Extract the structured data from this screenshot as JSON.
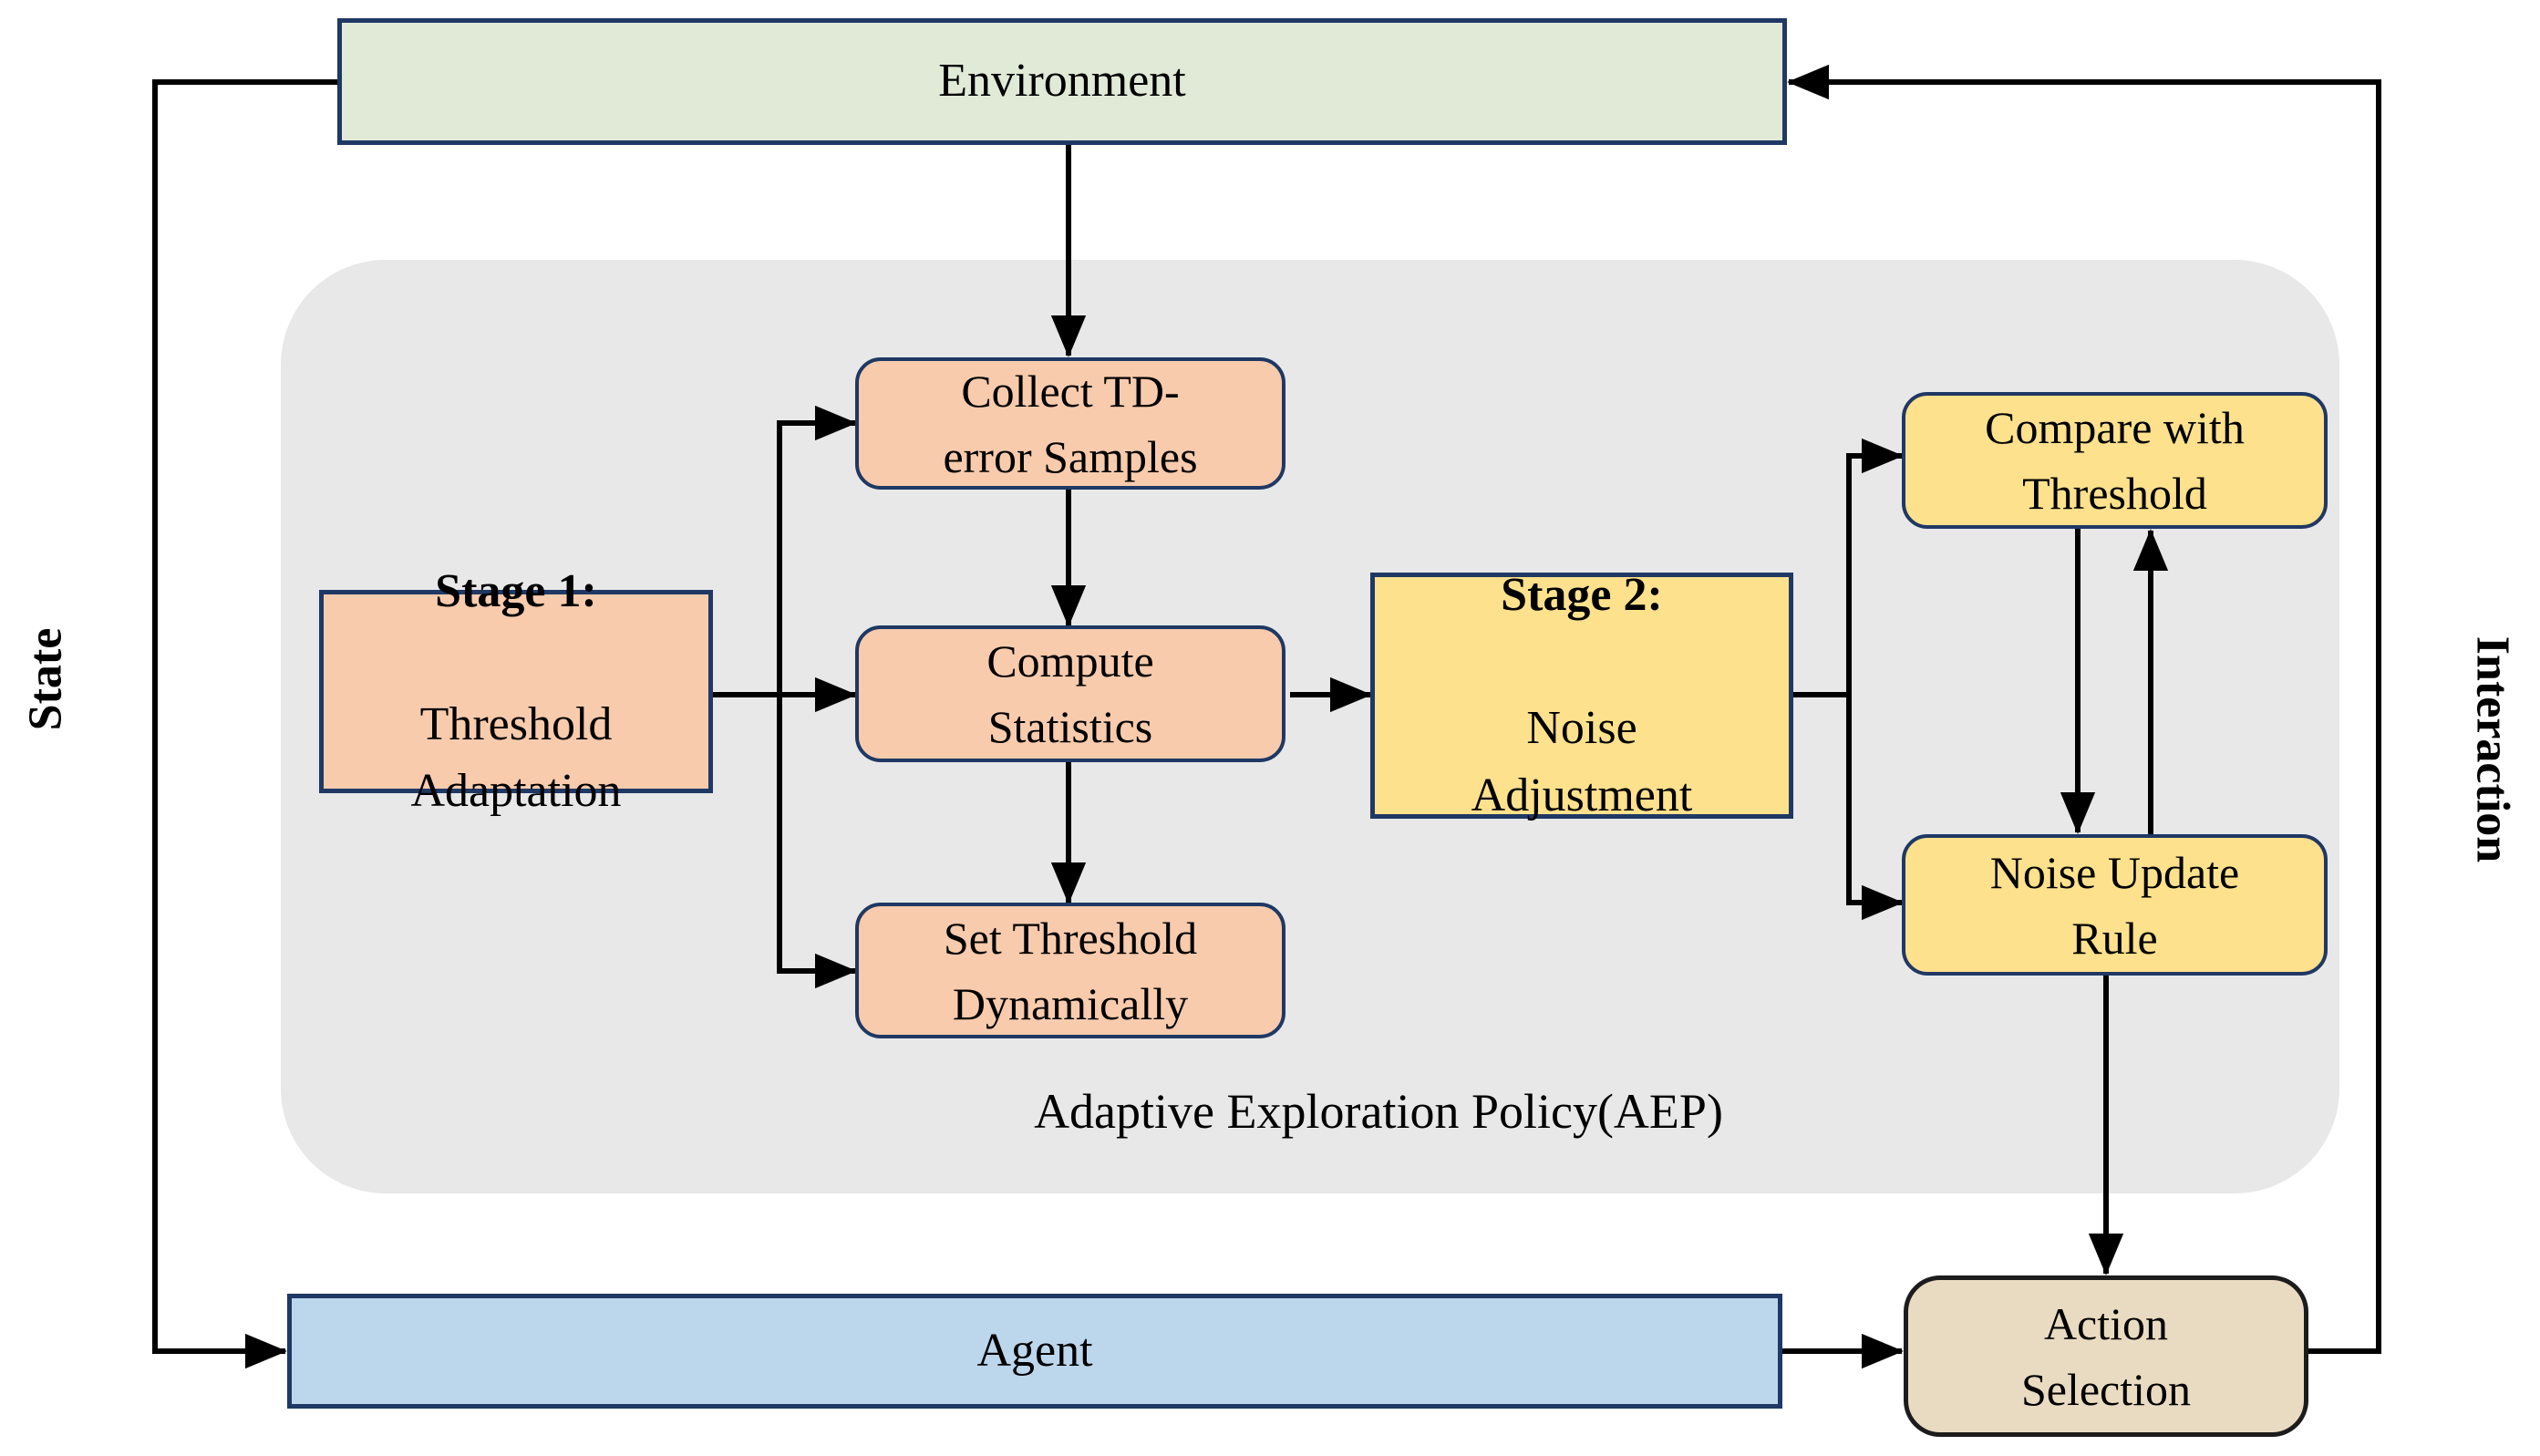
{
  "diagram_title": "Adaptive Exploration Policy(AEP)",
  "colors": {
    "green": "#e0ead7",
    "salmon": "#f8cbad",
    "yellow": "#fde18c",
    "blue": "#bcd6ec",
    "tan": "#e9dbc1",
    "gray_container": "#e8e8e8",
    "navy_border": "#1f3864",
    "dark_border": "#1c1c1c",
    "line": "#000000"
  },
  "nodes": {
    "environment": {
      "label": "Environment"
    },
    "stage1": {
      "title": "Stage 1:",
      "subtitle": "Threshold\nAdaptation"
    },
    "collect": {
      "label": "Collect TD-\nerror Samples"
    },
    "compute": {
      "label": "Compute\nStatistics"
    },
    "set_threshold": {
      "label": "Set Threshold\nDynamically"
    },
    "stage2": {
      "title": "Stage 2:",
      "subtitle": "Noise\nAdjustment"
    },
    "compare": {
      "label": "Compare with\nThreshold"
    },
    "noise_update": {
      "label": "Noise Update\nRule"
    },
    "agent": {
      "label": "Agent"
    },
    "action_selection": {
      "label": "Action\nSelection"
    }
  },
  "container": {
    "label": "Adaptive Exploration Policy(AEP)"
  },
  "side_labels": {
    "left": "State",
    "right": "Interaction"
  },
  "edges": [
    {
      "from": "environment",
      "to": "collect"
    },
    {
      "from": "stage1",
      "to": "collect"
    },
    {
      "from": "stage1",
      "to": "compute"
    },
    {
      "from": "stage1",
      "to": "set_threshold"
    },
    {
      "from": "collect",
      "to": "compute"
    },
    {
      "from": "compute",
      "to": "set_threshold"
    },
    {
      "from": "compute",
      "to": "stage2"
    },
    {
      "from": "stage2",
      "to": "compare"
    },
    {
      "from": "stage2",
      "to": "noise_update"
    },
    {
      "from": "compare",
      "to": "noise_update"
    },
    {
      "from": "noise_update",
      "to": "compare"
    },
    {
      "from": "noise_update",
      "to": "action_selection"
    },
    {
      "from": "agent",
      "to": "action_selection"
    },
    {
      "from": "action_selection",
      "to": "environment",
      "via": "interaction"
    },
    {
      "from": "environment",
      "to": "agent",
      "via": "state"
    }
  ]
}
